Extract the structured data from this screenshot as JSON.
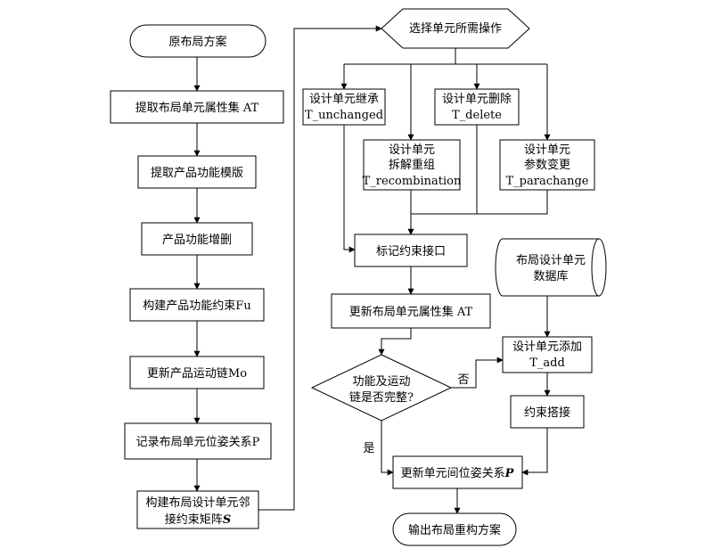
{
  "nodes": {
    "start": "原布局方案",
    "n1": "提取布局单元属性集 AT",
    "n2": "提取产品功能模版",
    "n3": "产品功能增删",
    "n4": "构建产品功能约束Fu",
    "n5": "更新产品运动链Mo",
    "n6": "记录布局单元位姿关系P",
    "n7_line1": "构建布局设计单元邻",
    "n7_line2": "接约束矩阵",
    "n7_sym": "S",
    "select": "选择单元所需操作",
    "inherit_line1": "设计单元继承",
    "inherit_line2": "T_unchanged",
    "delete_line1": "设计单元删除",
    "delete_line2": "T_delete",
    "recomb_line1": "设计单元",
    "recomb_line2": "拆解重组",
    "recomb_line3": "T_recombination",
    "param_line1": "设计单元",
    "param_line2": "参数变更",
    "param_line3": "T_parachange",
    "mark": "标记约束接口",
    "update_at": "更新布局单元属性集 AT",
    "decision_line1": "功能及运动",
    "decision_line2": "链是否完整?",
    "db_line1": "布局设计单元",
    "db_line2": "数据库",
    "add_line1": "设计单元添加",
    "add_line2": "T_add",
    "bond": "约束搭接",
    "update_pose": "更新单元间位姿关系",
    "update_pose_sym": "P",
    "output": "输出布局重构方案"
  },
  "edges": {
    "yes": "是",
    "no": "否"
  }
}
